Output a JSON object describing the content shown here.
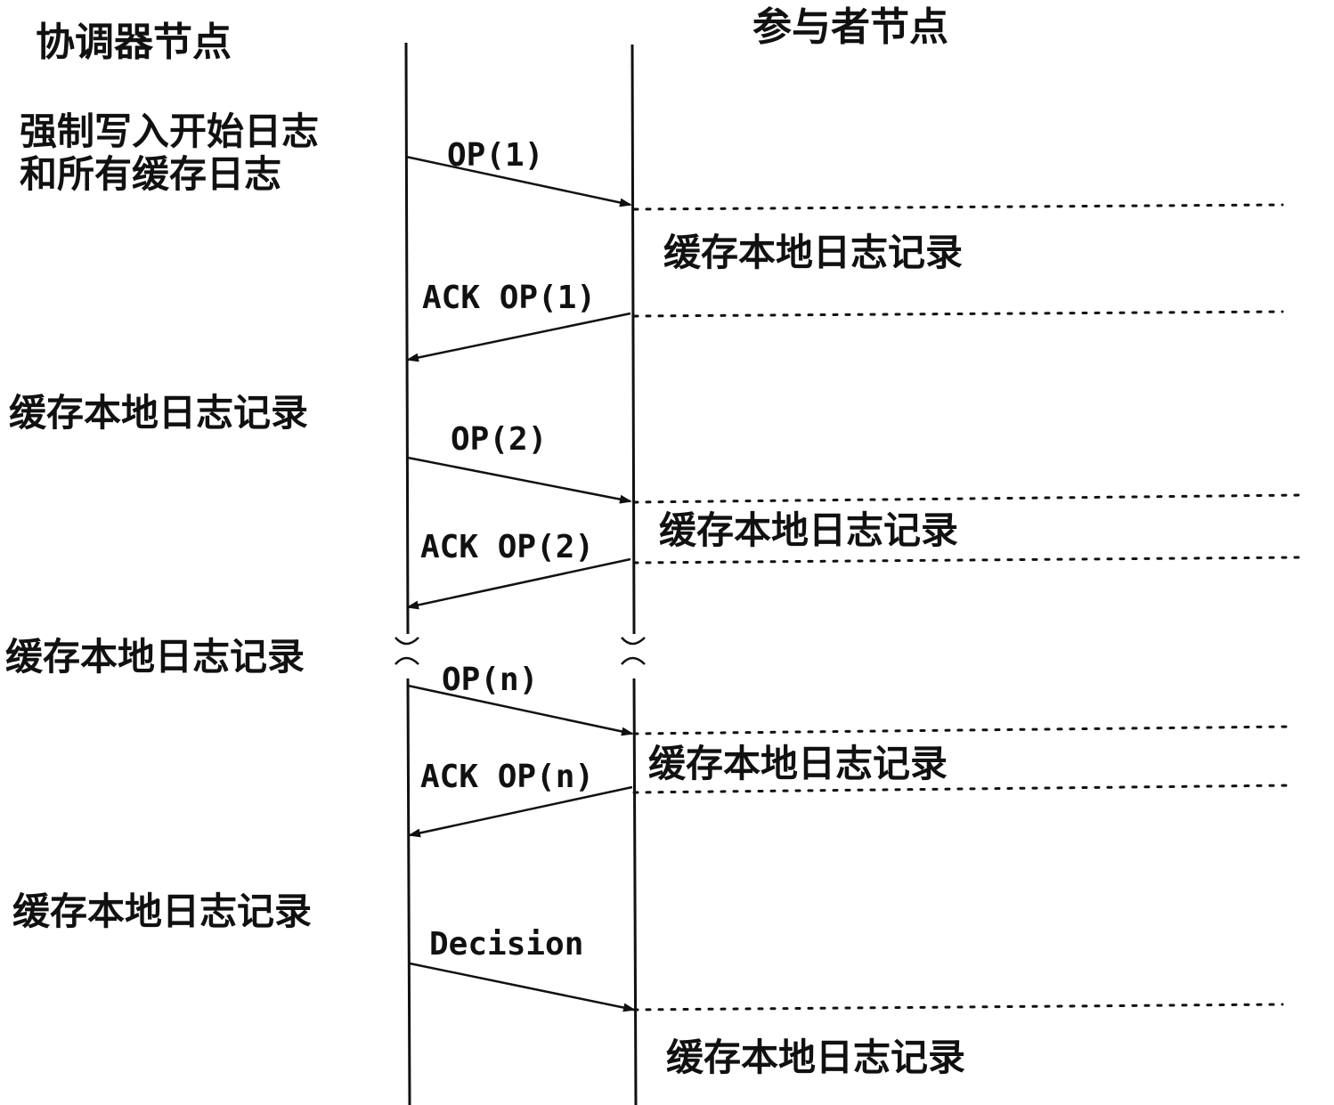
{
  "headers": {
    "coordinator": "协调器节点",
    "participant": "参与者节点"
  },
  "coordinator_notes": {
    "force_write_line1": "强制写入开始日志",
    "force_write_line2": "和所有缓存日志",
    "cache_1": "缓存本地日志记录",
    "cache_2": "缓存本地日志记录",
    "cache_n": "缓存本地日志记录"
  },
  "participant_notes": {
    "cache_1": "缓存本地日志记录",
    "cache_2": "缓存本地日志记录",
    "cache_n": "缓存本地日志记录",
    "cache_decision": "缓存本地日志记录"
  },
  "messages": {
    "op1": "OP(1)",
    "ack1": "ACK OP(1)",
    "op2": "OP(2)",
    "ack2": "ACK OP(2)",
    "opn": "OP(n)",
    "ackn": "ACK OP(n)",
    "decision": "Decision"
  },
  "colors": {
    "ink": "#111111",
    "background": "#ffffff"
  }
}
